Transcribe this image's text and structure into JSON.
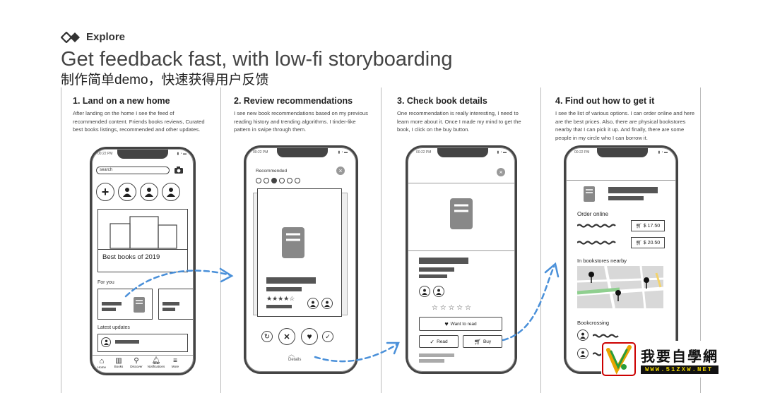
{
  "header": {
    "brand": "Explore",
    "title": "Get feedback fast, with low-fi storyboarding",
    "subtitle": "制作简单demo，快速获得用户反馈"
  },
  "panels": [
    {
      "title": "1. Land on a new home",
      "desc": "After landing on the home I see the feed of recommended content. Friends books reviews, Curated best books listings, recommended and other updates.",
      "phone": {
        "time": "00:22 PM",
        "search_placeholder": "search",
        "featured_label": "Best books of 2019",
        "for_you": "For you",
        "latest_updates": "Latest updates",
        "nav": [
          "Home",
          "Books",
          "Discover",
          "Notifications",
          "More"
        ]
      }
    },
    {
      "title": "2. Review recommendations",
      "desc": "I see new book recommendations based on my previous reading history and trending algorithms. I tinder-like pattern in swipe through them.",
      "phone": {
        "time": "00:22 PM",
        "heading": "Recommended",
        "details": "Details",
        "rating": "★★★★☆"
      }
    },
    {
      "title": "3. Check book details",
      "desc": "One recommendation is really interesting, I need to learn more about it. Once I made my mind to get the book, I click on the buy button.",
      "phone": {
        "time": "00:22 PM",
        "stars": "☆ ☆ ☆ ☆ ☆",
        "want_to_read": "Want to read",
        "read": "Read",
        "buy": "Buy"
      }
    },
    {
      "title": "4. Find out how to get it",
      "desc": "I see the list of various options. I can order online and here are the best prices. Also, there are physical bookstores nearby that I can pick it up. And finally, there are some people in my circle who I can borrow it.",
      "phone": {
        "time": "00:22 PM",
        "order_online": "Order online",
        "price1": "$ 17.50",
        "price2": "$ 20.50",
        "nearby": "In bookstores nearby",
        "bookcrossing": "Bookcrossing"
      }
    }
  ],
  "watermark": {
    "text": "我要自學網",
    "url": "WWW.51ZXW.NET"
  },
  "colors": {
    "arrow": "#4a90d9",
    "ink": "#444444",
    "map_green": "#8fcf8f"
  }
}
